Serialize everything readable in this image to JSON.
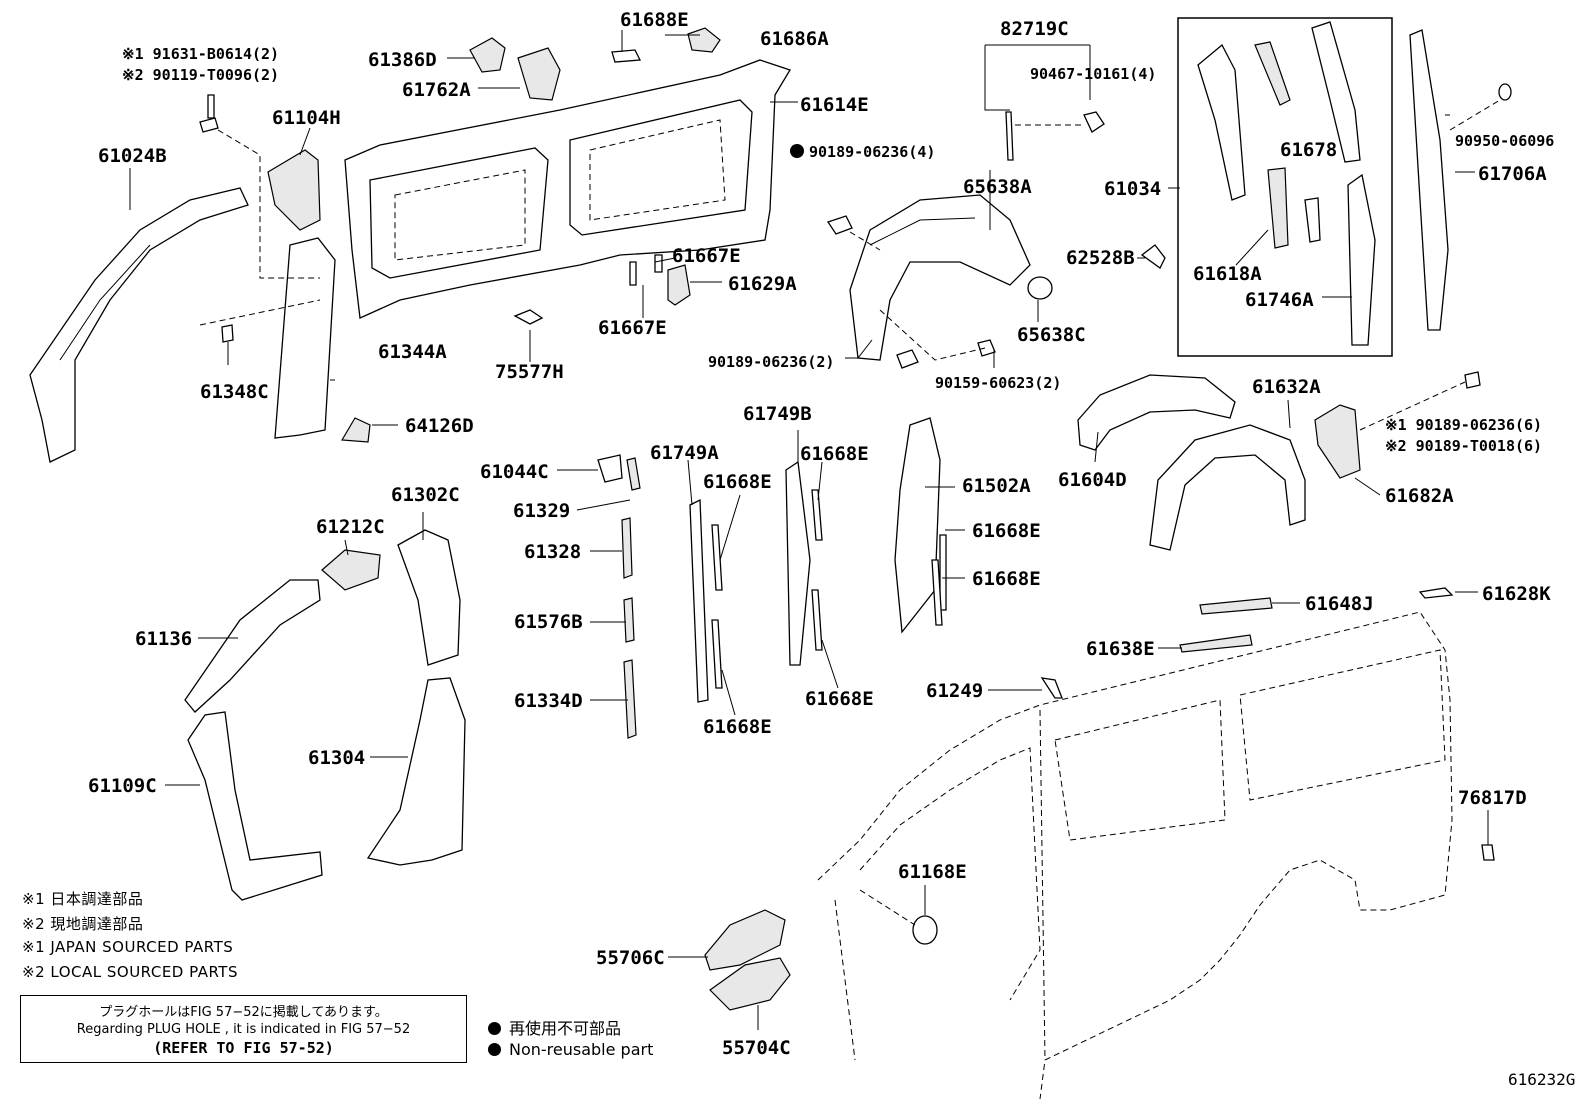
{
  "labels": {
    "p61688E": "61688E",
    "p61686A": "61686A",
    "p61386D": "61386D",
    "p61762A": "61762A",
    "p61614E": "61614E",
    "p82719C": "82719C",
    "p90467": "90467-10161(4)",
    "p61034": "61034",
    "p61678": "61678",
    "p61618A": "61618A",
    "p61746A": "61746A",
    "p61706A": "61706A",
    "p90950": "90950-06096",
    "p91631": "※1 91631-B0614(2)",
    "p90119": "※2 90119-T0096(2)",
    "p61104H": "61104H",
    "p61024B": "61024B",
    "p90189a": "90189-06236(4)",
    "p65638A": "65638A",
    "p62528B": "62528B",
    "p65638C": "65638C",
    "p61667Ea": "61667E",
    "p61629A": "61629A",
    "p61667Eb": "61667E",
    "p90189b": "90189-06236(2)",
    "p90159": "90159-60623(2)",
    "p61344A": "61344A",
    "p61348C": "61348C",
    "p75577H": "75577H",
    "p64126D": "64126D",
    "p61632A": "61632A",
    "p61604D": "61604D",
    "p90189c": "※1 90189-06236(6)",
    "p90189d": "※2 90189-T0018(6)",
    "p61682A": "61682A",
    "p61749B": "61749B",
    "p61749A": "61749A",
    "p61044C": "61044C",
    "p61329": "61329",
    "p61668Ea": "61668E",
    "p61668Eb": "61668E",
    "p61502A": "61502A",
    "p61668Ec": "61668E",
    "p61668Ed": "61668E",
    "p61328": "61328",
    "p61576B": "61576B",
    "p61334D": "61334D",
    "p61668Ee": "61668E",
    "p61668Ef": "61668E",
    "p61302C": "61302C",
    "p61212C": "61212C",
    "p61136": "61136",
    "p61304": "61304",
    "p61109C": "61109C",
    "p61648J": "61648J",
    "p61628K": "61628K",
    "p61638E": "61638E",
    "p61249": "61249",
    "p76817D": "76817D",
    "p61168E": "61168E",
    "p55706C": "55706C",
    "p55704C": "55704C"
  },
  "notes": {
    "jp1": "※1  日本調達部品",
    "jp2": "※2  現地調達部品",
    "en1": "※1  JAPAN SOURCED PARTS",
    "en2": "※2  LOCAL SOURCED PARTS"
  },
  "reference_box": {
    "line1": "プラグホールはFIG 57−52に掲載してあります。",
    "line2": "Regarding  PLUG HOLE , it is indicated in FIG 57−52",
    "line3": "(REFER TO FIG 57-52)"
  },
  "legend": {
    "jp": "再使用不可部品",
    "en": "Non-reusable part"
  },
  "figure_id": "616232G",
  "colors": {
    "ink": "#000000",
    "paper": "#ffffff"
  }
}
